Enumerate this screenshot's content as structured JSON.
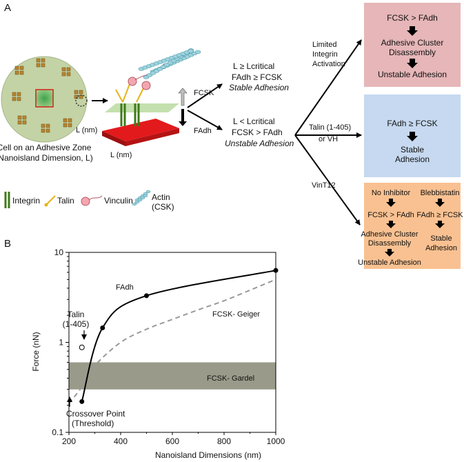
{
  "panel_a": {
    "label": "A",
    "cell_caption": [
      "Cell on an Adhesive Zone",
      "(Nanoisland Dimension, L)"
    ],
    "dim_label_vertical": "L (nm)",
    "dim_label_horizontal": "L (nm)",
    "force_csk": "FCSK",
    "force_adh": "FAdh",
    "stable_case": {
      "line1": "L ≥ Lcritical",
      "line2": "FAdh ≥ FCSK",
      "result": "Stable Adhesion"
    },
    "unstable_case": {
      "line1": "L < Lcritical",
      "line2": "FCSK > FAdh",
      "result": "Unstable Adhesion"
    },
    "branch_labels": {
      "limited": [
        "Limited",
        "Integrin",
        "Activation"
      ],
      "talin": [
        "Talin (1-405)",
        "or VH"
      ],
      "vint": "VinT12"
    },
    "box_red": {
      "line1": "FCSK > FAdh",
      "line2": "Adhesive Cluster",
      "line3": "Disassembly",
      "line4": "Unstable Adhesion",
      "color": "#e6b6b8"
    },
    "box_blue": {
      "line1": "FAdh ≥ FCSK",
      "line2": "Stable",
      "line3": "Adhesion",
      "color": "#c6d9f0"
    },
    "box_orange": {
      "color": "#f9c191",
      "left": {
        "h": "No Inhibitor",
        "a": "FCSK > FAdh",
        "b": "Adhesive Cluster",
        "c": "Disassembly"
      },
      "right": {
        "h": "Blebbistatin",
        "a": "FAdh ≥ FCSK",
        "b": "Stable",
        "c": "Adhesion"
      },
      "bottom": "Unstable Adhesion"
    },
    "legend": {
      "integrin": "Integrin",
      "talin": "Talin",
      "vinculin": "Vinculin",
      "actin": "Actin",
      "actin_sub": "(CSK)"
    }
  },
  "panel_b": {
    "label": "B",
    "chart_data": {
      "type": "line",
      "xlabel": "Nanoisland Dimensions (nm)",
      "ylabel": "Force (nN)",
      "xlim": [
        200,
        1000
      ],
      "ylim": [
        0.1,
        10
      ],
      "yscale": "log",
      "x_ticks": [
        200,
        400,
        600,
        800,
        1000
      ],
      "y_ticks": [
        0.1,
        1,
        10
      ],
      "series": [
        {
          "name": "FAdh",
          "style": "solid",
          "color": "#000000",
          "x": [
            250,
            330,
            500,
            1000
          ],
          "y": [
            0.22,
            1.45,
            3.3,
            6.3
          ]
        },
        {
          "name": "FCSK- Geiger",
          "style": "dashed",
          "color": "#999999",
          "x": [
            200,
            250,
            300,
            400,
            500,
            600,
            700,
            800,
            900,
            1000
          ],
          "y": [
            0.21,
            0.32,
            0.55,
            1.0,
            1.4,
            1.8,
            2.3,
            2.9,
            3.8,
            5.0
          ]
        }
      ],
      "point_talin": {
        "label": [
          "Talin",
          "(1-405)"
        ],
        "x": 250,
        "y": 0.88
      },
      "band_gardel": {
        "label": "FCSK- Gardel",
        "y_low": 0.3,
        "y_high": 0.6,
        "color": "#9a9a8a"
      },
      "annotation_crossover": [
        "Crossover Point",
        "(Threshold)"
      ],
      "fadh_label": "FAdh"
    }
  },
  "colors": {
    "cell": "#c4d3a5",
    "substrate": "#e31a1c",
    "actin": "#9fd3dc"
  }
}
